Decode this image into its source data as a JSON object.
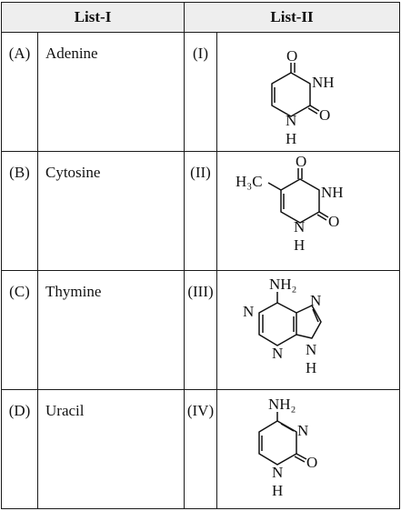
{
  "headers": {
    "list1": "List-I",
    "list2": "List-II"
  },
  "rows": [
    {
      "letter": "(A)",
      "name": "Adenine",
      "roman": "(I)",
      "structure": "uracil-structure-icon"
    },
    {
      "letter": "(B)",
      "name": "Cytosine",
      "roman": "(II)",
      "structure": "thymine-structure-icon"
    },
    {
      "letter": "(C)",
      "name": "Thymine",
      "roman": "(III)",
      "structure": "adenine-structure-icon"
    },
    {
      "letter": "(D)",
      "name": "Uracil",
      "roman": "(IV)",
      "structure": "cytosine-structure-icon"
    }
  ],
  "atoms": {
    "O": "O",
    "NH": "NH",
    "N": "N",
    "H": "H",
    "H3C": "H₃C",
    "NH2": "NH₂"
  }
}
